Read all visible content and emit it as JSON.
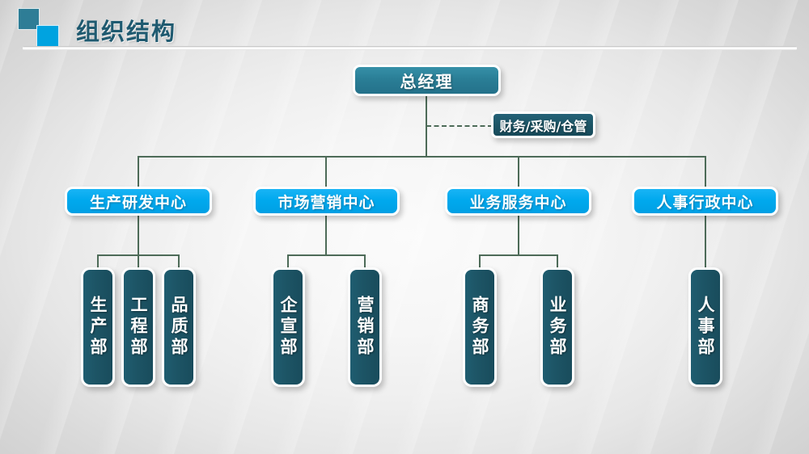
{
  "header": {
    "title": "组织结构",
    "logo": {
      "square_dark_color": "#2E7D96",
      "square_bright_color": "#00A3E0",
      "dark_icon_name": "logo-square-dark",
      "bright_icon_name": "logo-square-bright"
    }
  },
  "chart_data": {
    "type": "diagram",
    "title": "组织结构",
    "root": {
      "label": "总经理",
      "color": "#2A7E96"
    },
    "aside": {
      "label": "财务/采购/仓管",
      "color": "#1D5566",
      "link_style": "dashed"
    },
    "centers": [
      {
        "label": "生产研发中心",
        "color": "#00A9EE",
        "children": [
          {
            "label": "生产部",
            "color": "#1D5566"
          },
          {
            "label": "工程部",
            "color": "#1D5566"
          },
          {
            "label": "品质部",
            "color": "#1D5566"
          }
        ]
      },
      {
        "label": "市场营销中心",
        "color": "#00A9EE",
        "children": [
          {
            "label": "企宣部",
            "color": "#1D5566"
          },
          {
            "label": "营销部",
            "color": "#1D5566"
          }
        ]
      },
      {
        "label": "业务服务中心",
        "color": "#00A9EE",
        "children": [
          {
            "label": "商务部",
            "color": "#1D5566"
          },
          {
            "label": "业务部",
            "color": "#1D5566"
          }
        ]
      },
      {
        "label": "人事行政中心",
        "color": "#00A9EE",
        "children": [
          {
            "label": "人事部",
            "color": "#1D5566"
          }
        ]
      }
    ],
    "connector_color": "#4D6B58",
    "levels": 3
  }
}
